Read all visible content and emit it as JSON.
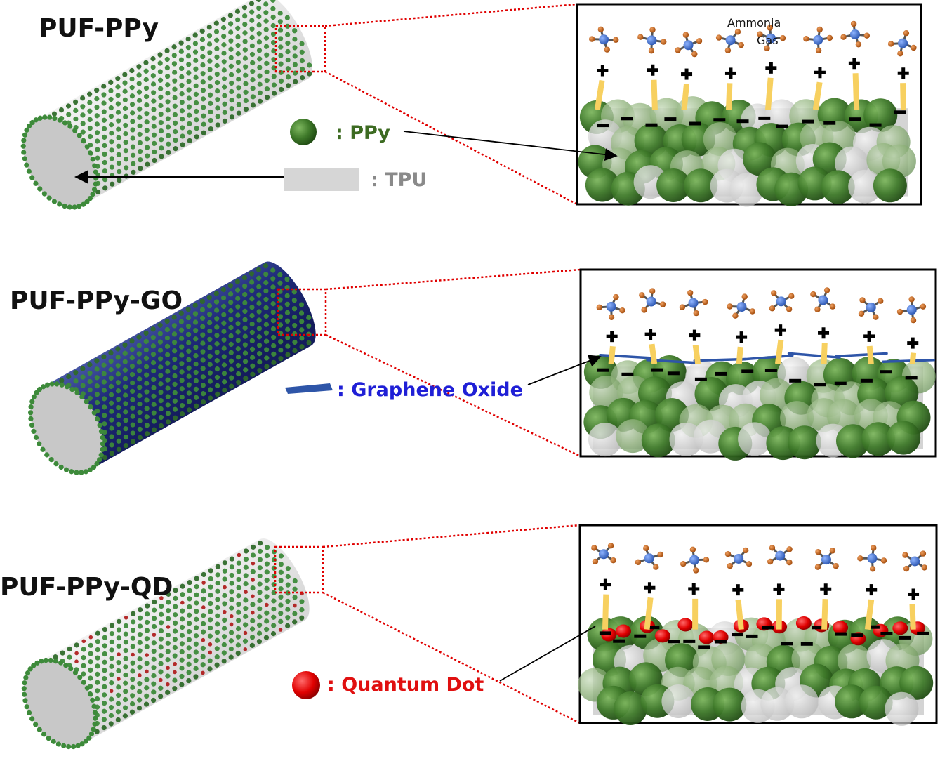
{
  "panels": [
    {
      "id": "ppy",
      "title": "PUF-PPy",
      "cylinder_shell_color": "#e6e6e6",
      "has_go": false,
      "has_qd": false,
      "legend": [
        {
          "symbol": "green-sphere",
          "label": ": PPy",
          "color": "#3d6b22"
        },
        {
          "symbol": "gray-rect",
          "label": ": TPU",
          "color": "#8a8a8a"
        }
      ],
      "inset": {
        "gas_label_line1": "Ammonia",
        "gas_label_line2": "Gas",
        "molecules": 8,
        "positive_charge": "+",
        "negative_charge": "−"
      }
    },
    {
      "id": "go",
      "title": "PUF-PPy-GO",
      "cylinder_shell_color": "#1e2a78",
      "has_go": true,
      "has_qd": false,
      "legend": [
        {
          "symbol": "blue-flake",
          "label": ": Graphene Oxide",
          "color": "#1f1fd6"
        }
      ],
      "inset": {
        "molecules": 8,
        "positive_charge": "+",
        "negative_charge": "−"
      }
    },
    {
      "id": "qd",
      "title": "PUF-PPy-QD",
      "cylinder_shell_color": "#e6e6e6",
      "has_go": false,
      "has_qd": true,
      "legend": [
        {
          "symbol": "red-sphere",
          "label": ": Quantum Dot",
          "color": "#e01010"
        }
      ],
      "inset": {
        "molecules": 8,
        "positive_charge": "+",
        "negative_charge": "−"
      }
    }
  ],
  "colors": {
    "ppy_sphere": "#3f7a2a",
    "tpu": "#d4d4d4",
    "graphene_oxide": "#2e55a8",
    "quantum_dot": "#e00000",
    "ammonia_n": "#3a6fc8",
    "ammonia_h": "#c85a14",
    "bond": "#555555",
    "interaction": "#f7d060",
    "zoom_box": "#e00000"
  }
}
